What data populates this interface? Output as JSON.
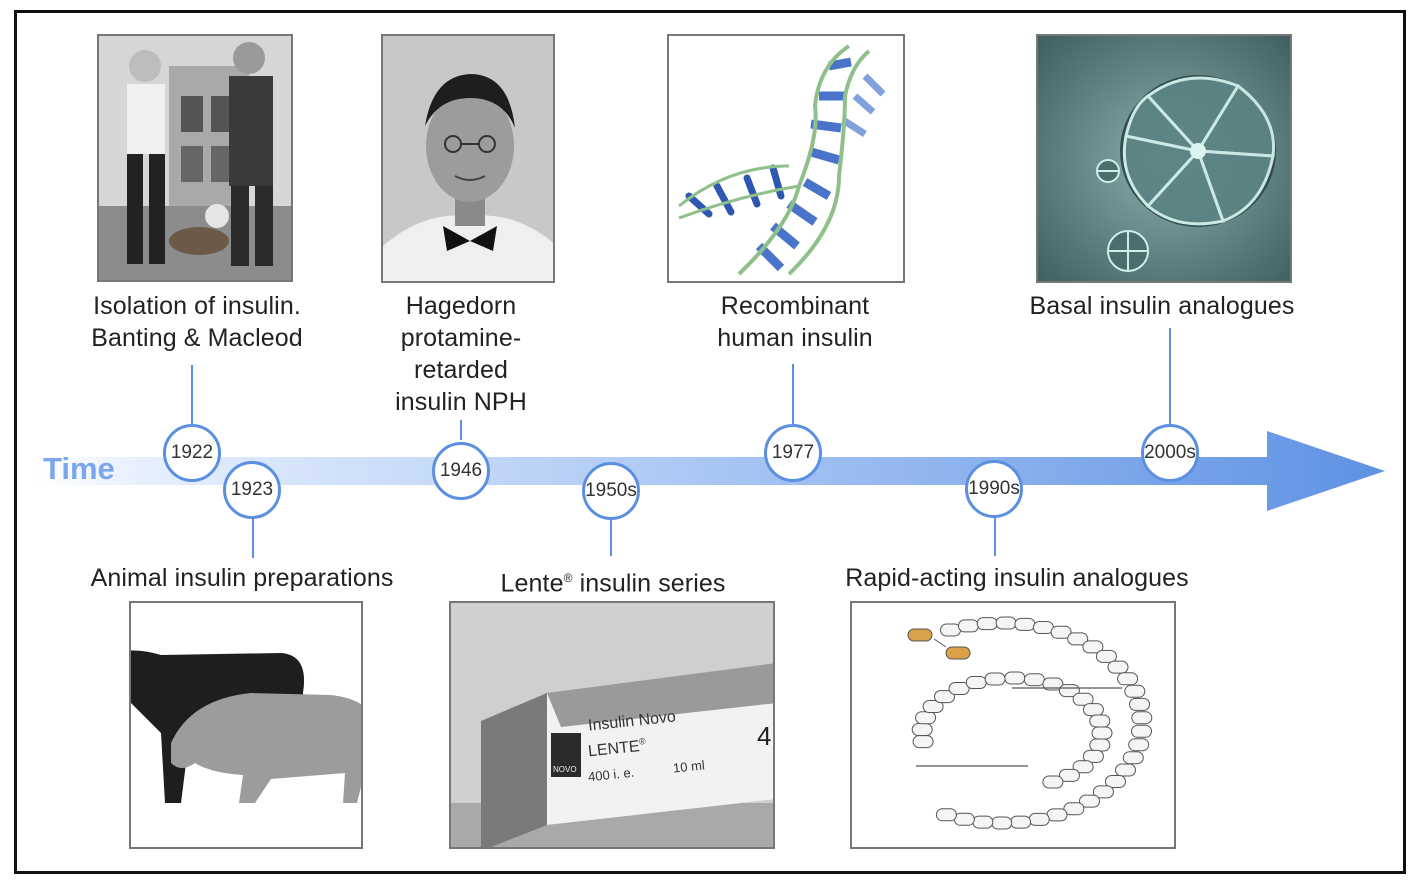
{
  "axis": {
    "label": "Time"
  },
  "events_above": [
    {
      "year": "1922",
      "label_lines": [
        "Isolation of insulin.",
        "Banting & Macleod"
      ],
      "image": "dogs-photo"
    },
    {
      "year": "1946",
      "label_lines": [
        "Hagedorn",
        "protamine-",
        "retarded",
        "insulin NPH"
      ],
      "image": "portrait-photo"
    },
    {
      "year": "1977",
      "label_lines": [
        "Recombinant",
        "human insulin"
      ],
      "image": "dna-illustration"
    },
    {
      "year": "2000s",
      "label_lines": [
        "Basal insulin analogues"
      ],
      "image": "crystal-micrograph"
    }
  ],
  "events_below": [
    {
      "year": "1923",
      "label_lines": [
        "Animal insulin preparations"
      ],
      "image": "cow-pig-silhouettes"
    },
    {
      "year": "1950s",
      "label_main": "Lente",
      "label_sup": "®",
      "label_rest": " insulin series",
      "image": "insulin-box-photo"
    },
    {
      "year": "1990s",
      "label_lines": [
        "Rapid-acting insulin analogues"
      ],
      "image": "amino-acid-chain-diagram"
    }
  ],
  "box_text": {
    "line1": "Insulin Novo",
    "line2": "LENTE",
    "line2_sup": "®",
    "line3a": "400 i. e.",
    "line3b": "10 ml",
    "side_number": "4",
    "maker": "NOVO"
  },
  "colors": {
    "accent": "#5b8fe0",
    "arrow_light": "#e3edfc",
    "arrow_dark": "#6a9ae6",
    "time_label": "#7aa6ee"
  }
}
